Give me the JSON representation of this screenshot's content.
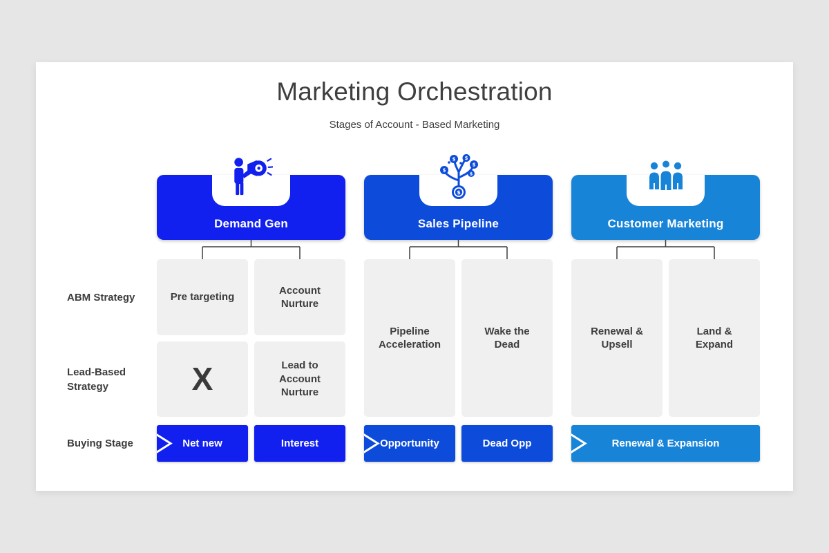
{
  "title": "Marketing Orchestration",
  "subtitle": "Stages of Account - Based Marketing",
  "rows": {
    "abm": "ABM Strategy",
    "lead": "Lead-Based Strategy",
    "buying": "Buying Stage"
  },
  "colors": {
    "page_bg": "#e6e6e7",
    "slide_bg": "#ffffff",
    "col1": "#1120ef",
    "col2": "#0d4cdb",
    "col3": "#1884d8",
    "cell_bg": "#f0f0f1",
    "connector": "#3d3d3d",
    "text_dark": "#3d3d3d",
    "text_white": "#ffffff"
  },
  "columns": [
    {
      "header": "Demand Gen",
      "icon": "megaphone-person-icon",
      "cells": [
        "Pre targeting",
        "Account Nurture",
        "X",
        "Lead to Account Nurture"
      ],
      "buttons": [
        "Net new",
        "Interest"
      ]
    },
    {
      "header": "Sales Pipeline",
      "icon": "money-tree-icon",
      "cells": [
        "Pipeline Acceleration",
        "Wake the Dead"
      ],
      "buttons": [
        "Opportunity",
        "Dead Opp"
      ]
    },
    {
      "header": "Customer Marketing",
      "icon": "people-group-icon",
      "cells": [
        "Renewal & Upsell",
        "Land & Expand"
      ],
      "buttons": [
        "Renewal & Expansion"
      ]
    }
  ]
}
